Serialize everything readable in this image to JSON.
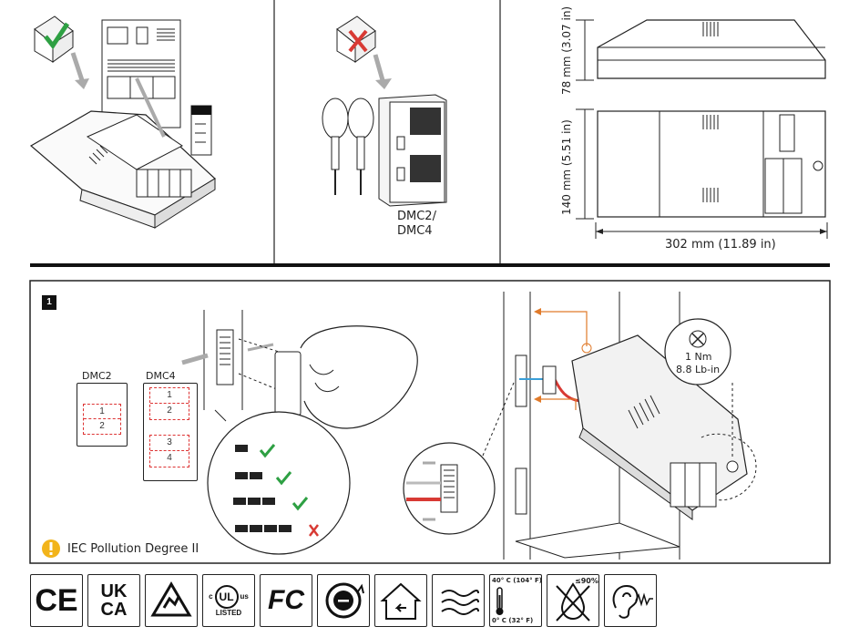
{
  "top": {
    "model_label_line1": "DMC2/",
    "model_label_line2": "DMC4",
    "dimensions": {
      "height_side": "78 mm (3.07 in)",
      "height_top": "140 mm (5.51 in)",
      "width": "302 mm (11.89 in)"
    }
  },
  "step1": {
    "badge": "1",
    "dmc2": {
      "title": "DMC2",
      "slots": [
        "1",
        "2"
      ]
    },
    "dmc4": {
      "title": "DMC4",
      "slots": [
        "1",
        "2",
        "3",
        "4"
      ]
    },
    "torque_line1": "1 Nm",
    "torque_line2": "8.8 Lb-in",
    "pollution_note": "IEC Pollution Degree II"
  },
  "certifications": {
    "ce": "CE",
    "ukca_line1": "UK",
    "ukca_line2": "CA",
    "ul_c": "c",
    "ul_mark": "UL",
    "ul_us": "us",
    "ul_listed": "LISTED",
    "fcc": "FC",
    "temp_max": "40° C (104° F)",
    "temp_min": "0° C (32° F)",
    "humidity": "≤90%"
  },
  "colors": {
    "accent_orange": "#e07a2a",
    "check_green": "#2ea043",
    "cross_red": "#d83a34",
    "warning_yellow": "#f2b41b"
  }
}
